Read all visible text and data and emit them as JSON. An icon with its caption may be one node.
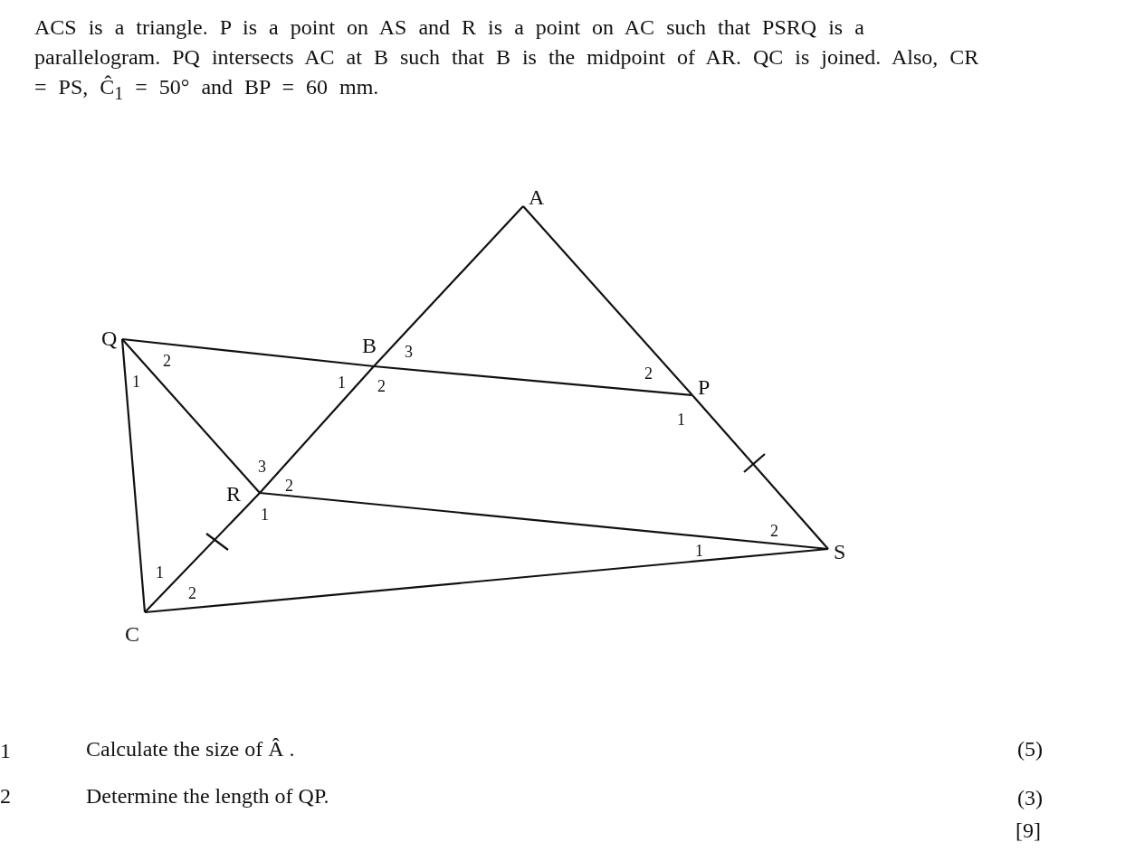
{
  "diagram": {
    "nodes": [
      {
        "text": [
          "A"
        ]
      },
      {
        "text": [
          "Q"
        ]
      },
      {
        "text": [
          "B"
        ]
      },
      {
        "text": [
          "P"
        ]
      },
      {
        "text": [
          "R"
        ]
      },
      {
        "text": [
          "S"
        ]
      },
      {
        "text": [
          "C"
        ]
      }
    ],
    "edges": [
      {
        "from": 0,
        "to": 2,
        "arrow": "none"
      },
      {
        "from": 2,
        "to": 4,
        "arrow": "none"
      },
      {
        "from": 4,
        "to": 6,
        "arrow": "none"
      },
      {
        "from": 0,
        "to": 3,
        "arrow": "none"
      },
      {
        "from": 3,
        "to": 5,
        "arrow": "none"
      },
      {
        "from": 1,
        "to": 2,
        "arrow": "none"
      },
      {
        "from": 2,
        "to": 3,
        "arrow": "none"
      },
      {
        "from": 1,
        "to": 4,
        "arrow": "none"
      },
      {
        "from": 4,
        "to": 5,
        "arrow": "none"
      },
      {
        "from": 6,
        "to": 5,
        "arrow": "none"
      },
      {
        "from": 1,
        "to": 6,
        "arrow": "none"
      }
    ],
    "labels": [
      "ACS is a triangle. P is a point on AS and R is a point on AC such that PSRQ is a parallelogram. PQ intersects AC at B such that B is the midpoint of AR. QC is joined. Also, CR = PS, Ĉ$_{1}$ = 50° and BP = 60 mm.",
      "3",
      "2",
      "2",
      "1",
      "1",
      "2",
      "1",
      "3",
      "2",
      "1",
      "2",
      "1",
      "1",
      "2",
      "1",
      "Calculate the size of Â .",
      "(5)",
      "2",
      "Determine the length of QP.",
      "(3)",
      "[9]"
    ]
  }
}
